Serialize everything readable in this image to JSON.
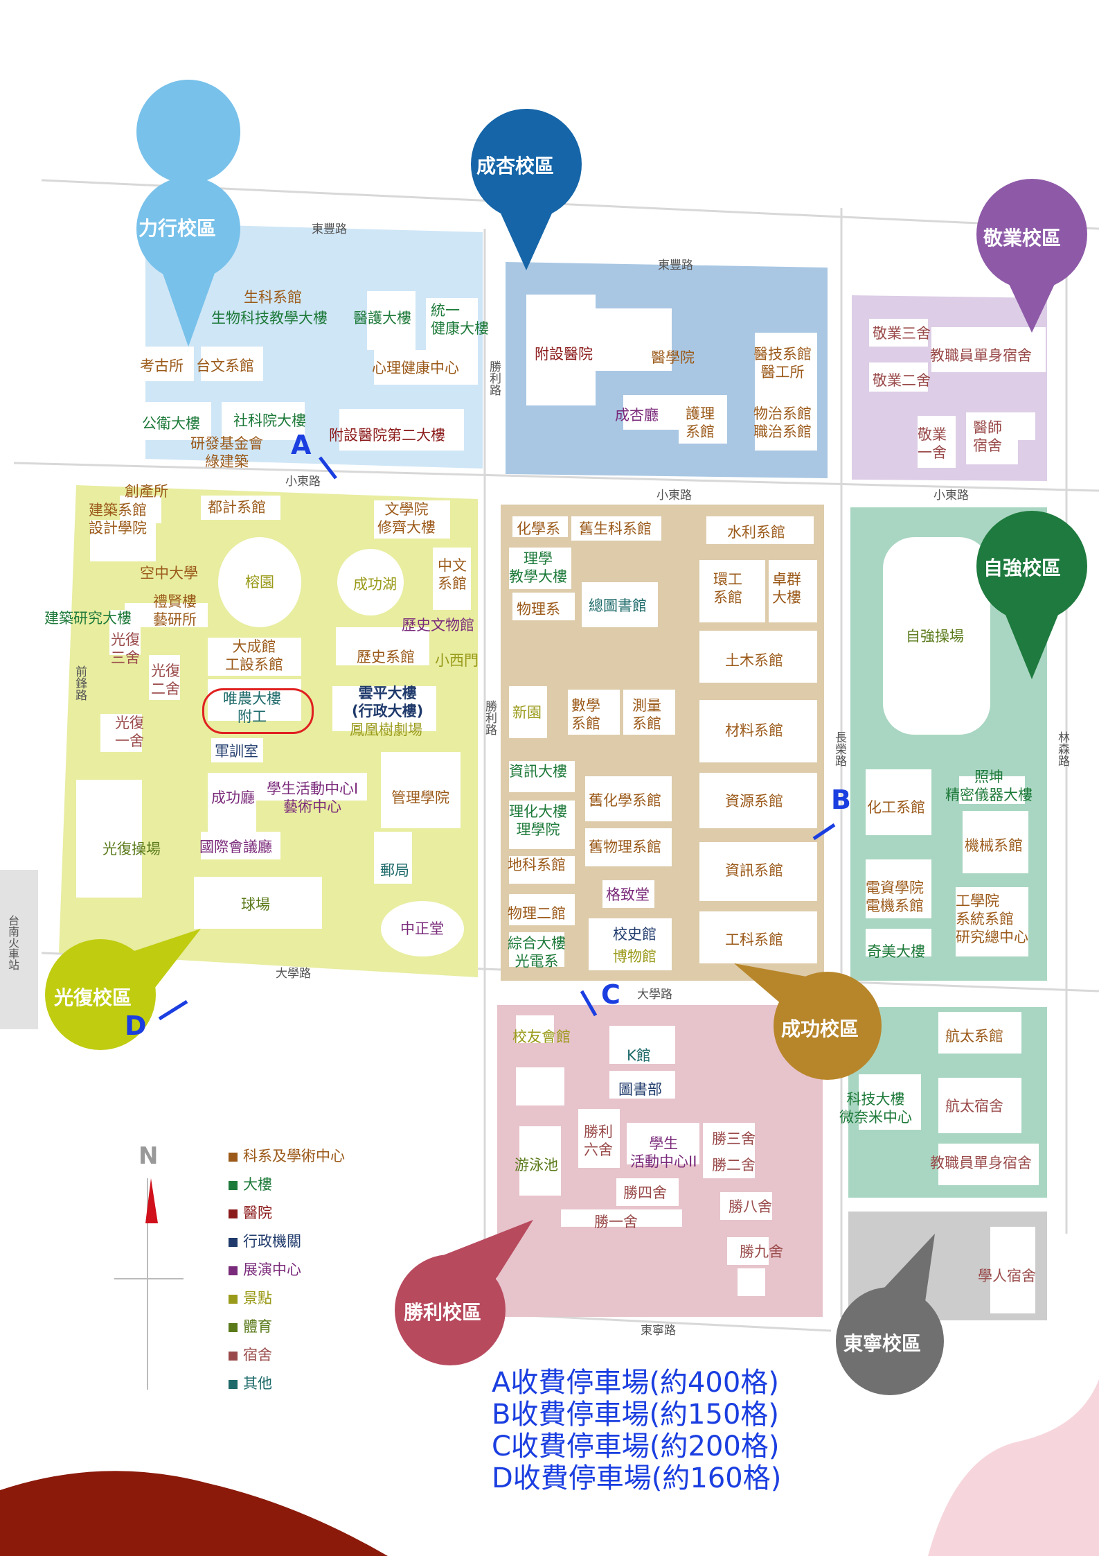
{
  "colors": {
    "dept": "#9b5a1a",
    "building": "#1e7a3a",
    "hospital": "#8b1a1a",
    "admin": "#1f3a6b",
    "exhibit": "#7a2a7a",
    "scenic": "#9a9a1a",
    "sports": "#5a7a1a",
    "dorm": "#9a4a4a",
    "other": "#1e6a6a",
    "parking": "#1a3ee0"
  },
  "campuses": [
    {
      "key": "lixing",
      "name": "力行校區",
      "color": "#78c1ea"
    },
    {
      "key": "chengxing",
      "name": "成杏校區",
      "color": "#1565a8"
    },
    {
      "key": "jingye",
      "name": "敬業校區",
      "color": "#8e5aa8"
    },
    {
      "key": "ziqiang",
      "name": "自強校區",
      "color": "#1e7a3e"
    },
    {
      "key": "guangfu",
      "name": "光復校區",
      "color": "#c0cc10"
    },
    {
      "key": "chenggong",
      "name": "成功校區",
      "color": "#b8862a"
    },
    {
      "key": "shengli",
      "name": "勝利校區",
      "color": "#b84a5e"
    },
    {
      "key": "dongning",
      "name": "東寧校區",
      "color": "#707070"
    }
  ],
  "roads": {
    "dongfeng1": "東豐路",
    "dongfeng2": "東豐路",
    "xiaodong1": "小東路",
    "xiaodong2": "小東路",
    "xiaodong3": "小東路",
    "shengli1": "勝利路",
    "shengli2": "勝利路",
    "changrong": "長榮路",
    "linsen": "林森路",
    "qianfeng": "前鋒路",
    "daxue1": "大學路",
    "daxue2": "大學路",
    "dongning": "東寧路",
    "station": "台南火車站"
  },
  "labels": {
    "l01": "生科系館",
    "l02": "生物科技教學大樓",
    "l03": "醫護大樓",
    "l04": "統一\n健康大樓",
    "l05": "考古所",
    "l06": "台文系館",
    "l07": "心理健康中心",
    "l08": "公衛大樓",
    "l09": "社科院大樓",
    "l10": "研發基金會\n綠建築",
    "l11": "附設醫院第二大樓",
    "c01": "附設醫院",
    "c02": "醫學院",
    "c03": "醫技系館\n醫工所",
    "c04": "成杏廳",
    "c05": "護理\n系館",
    "c06": "物治系館\n職治系館",
    "j01": "敬業三舍",
    "j02": "教職員單身宿舍",
    "j03": "敬業二舍",
    "j04": "敬業\n一舍",
    "j05": "醫師\n宿舍",
    "g01": "創產所",
    "g02": "建築系館\n設計學院",
    "g03": "都計系館",
    "g04": "文學院\n修齊大樓",
    "g05": "空中大學",
    "g06": "禮賢樓\n藝研所",
    "g07": "榕園",
    "g08": "成功湖",
    "g09": "中文\n系館",
    "g10": "建築研究大樓",
    "g11": "歷史文物館",
    "g12": "光復\n三舍",
    "g13": "光復\n二舍",
    "g14": "大成館\n工設系館",
    "g15": "歷史系館",
    "g16": "小西門",
    "g17": "唯農大樓\n附工",
    "g18": "雲平大樓\n(行政大樓)",
    "g19": "鳳凰樹劇場",
    "g20": "光復\n一舍",
    "g21": "軍訓室",
    "g22": "成功廳",
    "g23": "學生活動中心I\n藝術中心",
    "g24": "管理學院",
    "g25": "光復操場",
    "g26": "國際會議廳",
    "g27": "郵局",
    "g28": "球場",
    "g29": "中正堂",
    "s01": "化學系",
    "s02": "舊生科系館",
    "s03": "水利系館",
    "s04": "理學\n教學大樓",
    "s05": "物理系",
    "s06": "總圖書館",
    "s07": "環工\n系館",
    "s08": "卓群\n大樓",
    "s09": "土木系館",
    "s10": "新園",
    "s11": "數學\n系館",
    "s12": "測量\n系館",
    "s13": "材料系館",
    "s14": "資訊大樓",
    "s15": "理化大樓\n理學院",
    "s16": "舊化學系館",
    "s17": "資源系館",
    "s18": "舊物理系館",
    "s19": "地科系館",
    "s20": "資訊系館",
    "s21": "格致堂",
    "s22": "物理二館",
    "s23": "校史館",
    "s24": "博物館",
    "s25": "工科系館",
    "s26": "綜合大樓\n光電系",
    "z01": "自強操場",
    "z02": "化工系館",
    "z03": "照坤\n精密儀器大樓",
    "z04": "機械系館",
    "z05": "電資學院\n電機系館",
    "z06": "工學院\n系統系館\n研究總中心",
    "z07": "奇美大樓",
    "v01": "校友會館",
    "v02": "K館",
    "v03": "圖書部",
    "v04": "勝利\n六舍",
    "v05": "學生\n活動中心II",
    "v06": "勝三舍",
    "v07": "勝二舍",
    "v08": "游泳池",
    "v09": "勝四舍",
    "v10": "勝八舍",
    "v11": "勝一舍",
    "v12": "勝九舍",
    "k01": "航太系館",
    "k02": "科技大樓\n微奈米中心",
    "k03": "航太宿舍",
    "k04": "教職員單身宿舍",
    "d01": "學人宿舍"
  },
  "parking_markers": {
    "a": "A",
    "b": "B",
    "c": "C",
    "d": "D"
  },
  "compass": "N",
  "legend": [
    {
      "label": "科系及學術中心",
      "color": "#9b5a1a"
    },
    {
      "label": "大樓",
      "color": "#1e7a3a"
    },
    {
      "label": "醫院",
      "color": "#8b1a1a"
    },
    {
      "label": "行政機關",
      "color": "#1f3a6b"
    },
    {
      "label": "展演中心",
      "color": "#7a2a7a"
    },
    {
      "label": "景點",
      "color": "#9a9a1a"
    },
    {
      "label": "體育",
      "color": "#5a7a1a"
    },
    {
      "label": "宿舍",
      "color": "#9a4a4a"
    },
    {
      "label": "其他",
      "color": "#1e6a6a"
    }
  ],
  "parking_notes": [
    "A收費停車場(約400格)",
    "B收費停車場(約150格)",
    "C收費停車場(約200格)",
    "D收費停車場(約160格)"
  ]
}
